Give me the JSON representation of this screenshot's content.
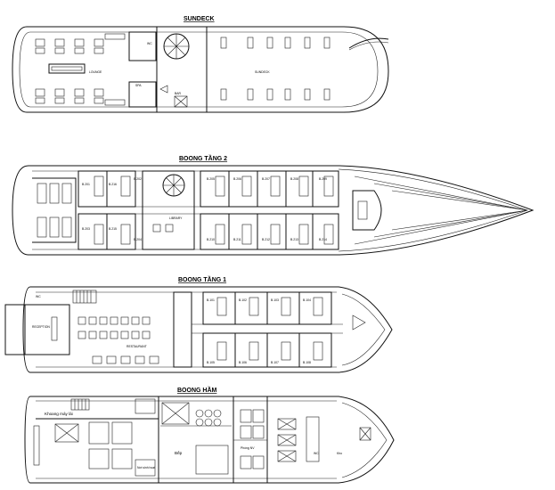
{
  "decks": {
    "sundeck": {
      "title": "SUNDECK",
      "lounge": "LOUNGE",
      "sundeck_area": "SUNDECK",
      "spa": "SPA",
      "bar": "BAR",
      "wc": "WC"
    },
    "deck2": {
      "title": "BOONG TẦNG 2",
      "library": "LIBRARY",
      "rooms": [
        "B.201",
        "B.202",
        "B.203",
        "B.204",
        "B.205",
        "B.206",
        "B.207",
        "B.208",
        "B.209",
        "B.210",
        "B.211",
        "B.212",
        "B.213",
        "B.214",
        "B.215",
        "B.216"
      ]
    },
    "deck1": {
      "title": "BOONG TẦNG 1",
      "reception": "RECEPTION",
      "restaurant": "RESTAURANT",
      "wc": "WC",
      "rooms": [
        "B.101",
        "B.102",
        "B.103",
        "B.104",
        "B.105",
        "B.106",
        "B.107",
        "B.108"
      ]
    },
    "hold": {
      "title": "BOONG HẦM",
      "engine_room": "Khoang máy lái",
      "kitchen": "Bếp",
      "staff_room": "Phòng NV",
      "warehouse": "Kho",
      "wc": "WC",
      "room": "Nơi sinh hoạt"
    }
  }
}
